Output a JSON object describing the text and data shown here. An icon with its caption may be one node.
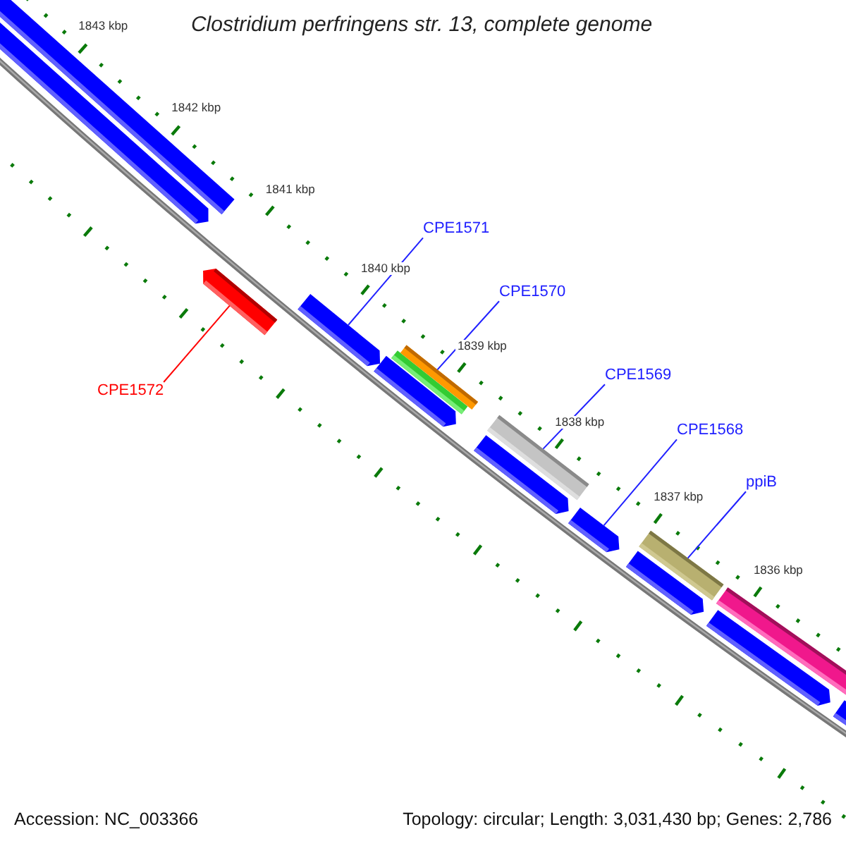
{
  "diagram": {
    "title": "Clostridium perfringens str. 13, complete genome",
    "nodes": [
      {
        "text": [
          "CPE1571"
        ]
      },
      {
        "text": [
          "CPE1570"
        ]
      },
      {
        "text": [
          "CPE1569"
        ]
      },
      {
        "text": [
          "CPE1572"
        ]
      },
      {
        "text": [
          "CPE1568"
        ]
      },
      {
        "text": [
          "ppiB"
        ]
      },
      {
        "text": [],
        "shape": "bar"
      },
      {
        "text": [],
        "shape": "bar"
      },
      {
        "text": [],
        "shape": "bar"
      },
      {
        "text": [],
        "shape": "bar"
      },
      {
        "text": [],
        "shape": "bar"
      },
      {
        "text": [],
        "shape": "bar"
      }
    ],
    "edges": [
      {
        "from": 0,
        "to": 7,
        "arrow": "none"
      },
      {
        "from": 1,
        "to": 8,
        "arrow": "none"
      },
      {
        "from": 2,
        "to": 9,
        "arrow": "none"
      },
      {
        "from": 3,
        "to": 6,
        "arrow": "none",
        "color": "#ff0000"
      },
      {
        "from": 4,
        "to": 10,
        "arrow": "none"
      },
      {
        "from": 5,
        "to": 11,
        "arrow": "none"
      }
    ],
    "labels": [
      "1843 kbp",
      "1842 kbp",
      "1841 kbp",
      "1840 kbp",
      "1839 kbp",
      "1838 kbp",
      "1837 kbp",
      "1836 kbp",
      "Accession: NC_003366",
      "Topology: circular; Length: 3,031,430 bp; Genes: 2,786"
    ]
  }
}
